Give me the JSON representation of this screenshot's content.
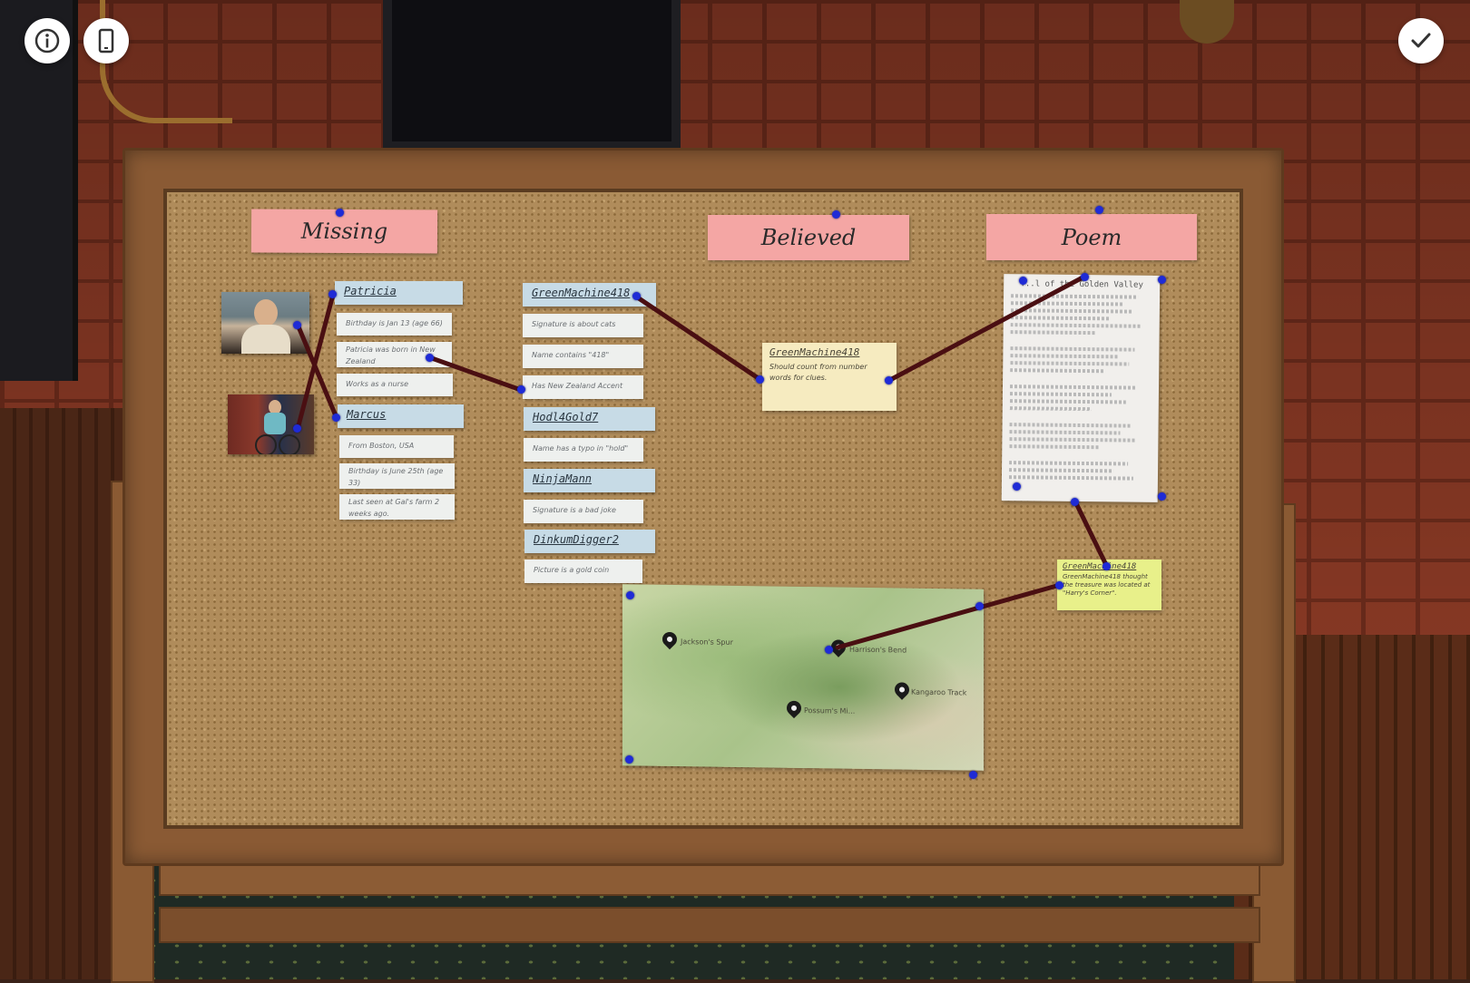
{
  "board": {
    "headers": {
      "missing": "Missing",
      "believed": "Believed",
      "poem": "Poem"
    },
    "missing_people": [
      {
        "name": "Patricia",
        "facts": [
          "Birthday is Jan 13 (age 66)",
          "Patricia was born in New Zealand",
          "Works as a nurse"
        ]
      },
      {
        "name": "Marcus",
        "facts": [
          "From Boston, USA",
          "Birthday is June 25th (age 33)",
          "Last seen at Gal's farm 2 weeks ago."
        ]
      }
    ],
    "suspects": [
      {
        "name": "GreenMachine418",
        "facts": [
          "Signature is about cats",
          "Name contains \"418\"",
          "Has New Zealand Accent"
        ]
      },
      {
        "name": "Hodl4Gold7",
        "facts": [
          "Name has a typo in \"hold\""
        ]
      },
      {
        "name": "NinjaMann",
        "facts": [
          "Signature is a bad joke"
        ]
      },
      {
        "name": "DinkumDigger2",
        "facts": [
          "Picture is a gold coin"
        ]
      }
    ],
    "believed_note": {
      "title": "GreenMachine418",
      "body": "Should count from number words for clues."
    },
    "poem_title": "...l of the Golden Valley",
    "conclusion_note": {
      "title": "GreenMachine418",
      "body": "GreenMachine418 thought the treasure was located at \"Harry's Corner\"."
    },
    "map": {
      "places": [
        "Jackson's Spur",
        "Harrison's Bend",
        "Kangaroo Track",
        "Possum's Mi..."
      ]
    }
  },
  "hud": {
    "info_icon": "info-icon",
    "phone_icon": "phone-icon",
    "confirm_icon": "checkmark-icon"
  },
  "colors": {
    "string": "#4a0f12",
    "pin": "#1f2bd6",
    "header_paper": "#f4a6a4",
    "name_tag": "#c7dbe6",
    "believed_sticky": "#f6ebc0",
    "conclusion_sticky": "#e8f08a"
  }
}
